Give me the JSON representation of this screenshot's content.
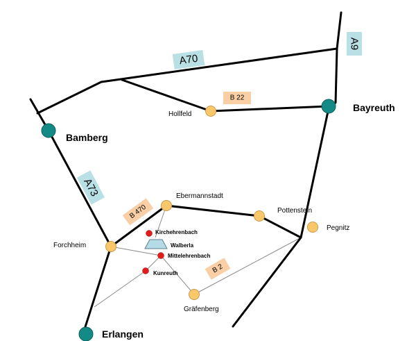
{
  "map": {
    "colors": {
      "city_marker": "#138a86",
      "town_marker": "#fbc76b",
      "village_marker": "#e21b1b",
      "autobahn_label_bg": "#b9e0e4",
      "bundesstrasse_label_bg": "#fbcfa5",
      "mountain": "#b5dbe6",
      "road": "#000000"
    },
    "cities": {
      "bamberg": "Bamberg",
      "bayreuth": "Bayreuth",
      "erlangen": "Erlangen"
    },
    "towns": {
      "hollfeld": "Hollfeld",
      "ebermannstadt": "Ebermannstadt",
      "pottenstein": "Pottenstein",
      "pegnitz": "Pegnitz",
      "forchheim": "Forchheim",
      "graefenberg": "Gräfenberg"
    },
    "villages": {
      "kirchehrenbach": "Kirchehrenbach",
      "mittelehrenbach": "Mittelehrenbach",
      "kunreuth": "Kunreuth"
    },
    "mountain": {
      "walberla": "Walberla",
      "icon": "mountain-icon"
    },
    "autobahn_labels": {
      "a70": "A70",
      "a9": "A9",
      "a73": "A73"
    },
    "bundesstrasse_labels": {
      "b22": "B 22",
      "b470": "B 470",
      "b2": "B 2"
    }
  }
}
